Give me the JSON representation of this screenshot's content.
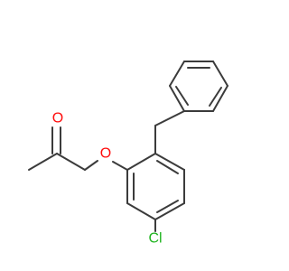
{
  "atoms": {
    "carbonyl_oxygen": "O",
    "ether_oxygen": "O",
    "chlorine": "Cl"
  },
  "colors": {
    "bond": "#3b3b3b",
    "oxygen": "#ff0d0d",
    "chlorine": "#1fb41f",
    "background": "#ffffff"
  }
}
